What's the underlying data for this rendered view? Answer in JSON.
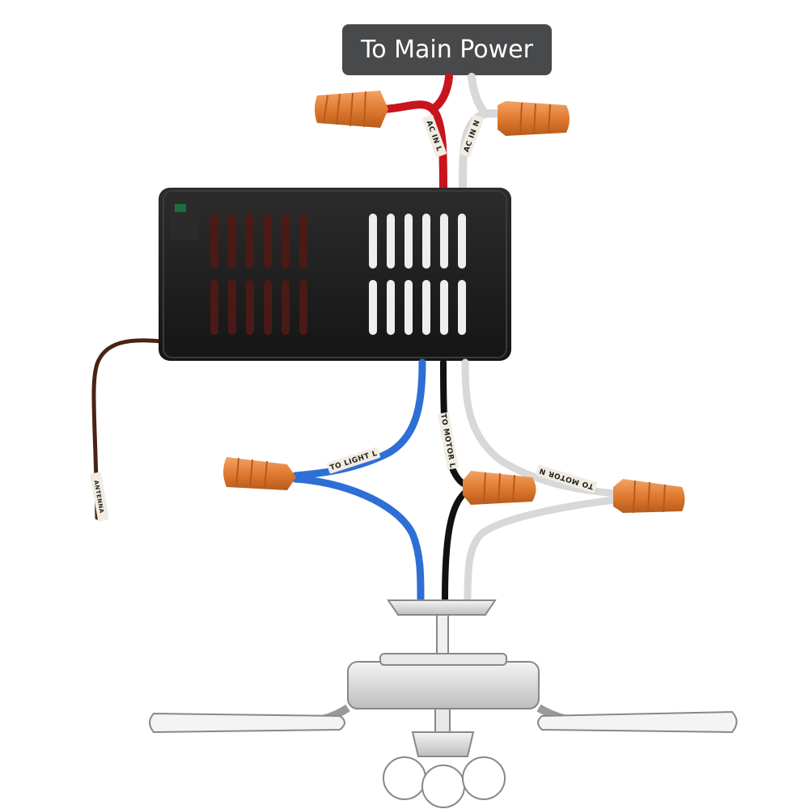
{
  "title": "To Main Power",
  "wires": {
    "ac_in_l": "AC IN L",
    "ac_in_n": "AC IN N",
    "to_light_l": "TO LIGHT L",
    "to_motor_l": "TO MOTOR L",
    "to_motor_n": "TO MOTOR N",
    "antenna": "ANTENNA"
  },
  "colors": {
    "red_wire": "#c8141e",
    "white_wire": "#d8d8d8",
    "blue_wire": "#2e6fd6",
    "black_wire": "#111111",
    "brown_wire": "#4a2412",
    "wire_nut": "#e07b30",
    "receiver": "#1f1f1f",
    "label_bg": "#48494b"
  }
}
